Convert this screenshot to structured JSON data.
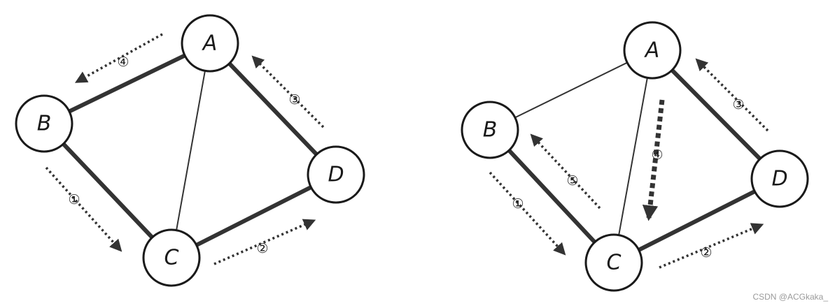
{
  "graphs": [
    {
      "nodes": [
        {
          "id": "A",
          "label": "A"
        },
        {
          "id": "B",
          "label": "B"
        },
        {
          "id": "C",
          "label": "C"
        },
        {
          "id": "D",
          "label": "D"
        }
      ],
      "edges": [
        {
          "from": "A",
          "to": "B",
          "weight": "thick"
        },
        {
          "from": "A",
          "to": "C",
          "weight": "thin"
        },
        {
          "from": "A",
          "to": "D",
          "weight": "thick"
        },
        {
          "from": "B",
          "to": "C",
          "weight": "thick"
        },
        {
          "from": "C",
          "to": "D",
          "weight": "thick"
        }
      ],
      "steps": [
        {
          "label": "①",
          "from": "B",
          "to": "C"
        },
        {
          "label": "②",
          "from": "C",
          "to": "D"
        },
        {
          "label": "③",
          "from": "D",
          "to": "A"
        },
        {
          "label": "④",
          "from": "A",
          "to": "B"
        }
      ]
    },
    {
      "nodes": [
        {
          "id": "A",
          "label": "A"
        },
        {
          "id": "B",
          "label": "B"
        },
        {
          "id": "C",
          "label": "C"
        },
        {
          "id": "D",
          "label": "D"
        }
      ],
      "edges": [
        {
          "from": "A",
          "to": "B",
          "weight": "thin"
        },
        {
          "from": "A",
          "to": "C",
          "weight": "thin"
        },
        {
          "from": "A",
          "to": "D",
          "weight": "thick"
        },
        {
          "from": "B",
          "to": "C",
          "weight": "thick"
        },
        {
          "from": "C",
          "to": "D",
          "weight": "thick"
        }
      ],
      "steps": [
        {
          "label": "①",
          "from": "B",
          "to": "C"
        },
        {
          "label": "②",
          "from": "C",
          "to": "D"
        },
        {
          "label": "③",
          "from": "D",
          "to": "A"
        },
        {
          "label": "④",
          "from": "A",
          "to": "C"
        },
        {
          "label": "⑤",
          "from": "C",
          "to": "B"
        }
      ]
    }
  ],
  "watermark": "CSDN @ACGkaka_"
}
